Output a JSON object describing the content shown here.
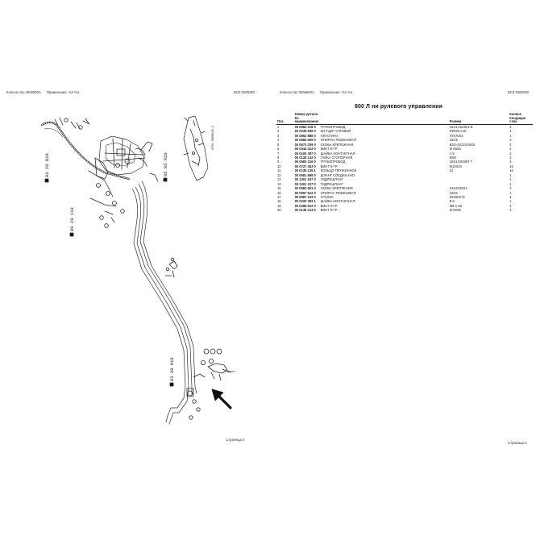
{
  "left_page": {
    "header_left": "Количество 0505800A",
    "header_mid": "Применение: %3 %4",
    "header_right": "BGZ-0505800",
    "page_number": "Страница 3",
    "ref_labels": [
      "03 20 010",
      "09 20 110",
      "05 05 820",
      "03 30 010"
    ],
    "side_code": "ОТ00 Л0ЕВ000.2",
    "callout_text": "вочгэ"
  },
  "right_page": {
    "header_left": "Количество 0505800A",
    "header_mid": "Применение: %3 %4",
    "header_right": "BGZ-0505800",
    "page_number": "Страница 4",
    "title": "800 Л  ни   рулевого управления",
    "columns": {
      "pos": "Поз.",
      "number": "Номер детали",
      "ver": "Ко",
      "name": "наименование",
      "size": "Размер",
      "qty": "Количе Кондицие ство"
    },
    "rows": [
      {
        "pos": "1",
        "num": "00 0583 318",
        "ver": "0",
        "name": "ТРУБОПРОВОД",
        "size": "15X1,5X2921-B",
        "qty": "1"
      },
      {
        "pos": "2",
        "num": "00 0249 836",
        "ver": "0",
        "name": "ШТУЦЕР УГЛОВОЙ",
        "size": "SWOE-L15",
        "qty": "1"
      },
      {
        "pos": "3",
        "num": "00 0863 888",
        "ver": "0",
        "name": "ПЛАСТИНА",
        "size": "70X70X3",
        "qty": "1"
      },
      {
        "pos": "4",
        "num": "00 0683 659",
        "ver": "0",
        "name": "ОПОРНА РЕЗИНОВАЯ",
        "size": "15/15",
        "qty": "2"
      },
      {
        "pos": "5",
        "num": "00 0673 209",
        "ver": "0",
        "name": "СКОБА КРЕПЕЖНАЯ",
        "size": "BSS-2X22X25X5",
        "qty": "2"
      },
      {
        "pos": "6",
        "num": "00 0344 323",
        "ver": "0",
        "name": "ВИНТ 6-ГР.",
        "size": "M 8X55",
        "qty": "2"
      },
      {
        "pos": "7",
        "num": "00 0100 387",
        "ver": "0",
        "name": "ШАЙБА КОНТАКТНАЯ",
        "size": "A 8",
        "qty": "2"
      },
      {
        "pos": "8",
        "num": "00 0128 132",
        "ver": "0",
        "name": "ГАЙКА СТОПОРНАЯ",
        "size": "M08",
        "qty": "2"
      },
      {
        "pos": "9",
        "num": "00 0583 316",
        "ver": "0",
        "name": "ТРУБОПРОВОД",
        "size": "15X1,5X2087-7",
        "qty": "1"
      },
      {
        "pos": "10",
        "num": "00 0727 453",
        "ver": "0",
        "name": "ВИНТ 6-ГР.",
        "size": "M10X20",
        "qty": "16"
      },
      {
        "pos": "11",
        "num": "00 0135 125",
        "ver": "1",
        "name": "КОЛЬЦО ПРУЖИННОЕ",
        "size": "10",
        "qty": "16"
      },
      {
        "pos": "12",
        "num": "00 0581 869",
        "ver": "0",
        "name": "ШЛАНГ СОЕДИН.НАП.",
        "size": "",
        "qty": "1"
      },
      {
        "pos": "13",
        "num": "00 1301 187",
        "ver": "0",
        "name": "ГИДРОШЛАНГ",
        "size": "",
        "qty": "1"
      },
      {
        "pos": "14",
        "num": "00 1301 227",
        "ver": "0",
        "name": "ГИДРОШЛАНГ",
        "size": "",
        "qty": "1"
      },
      {
        "pos": "15",
        "num": "00 0582 661",
        "ver": "0",
        "name": "СКОБА КРЕПЛЕНИЯ",
        "size": "2X24X25X3",
        "qty": "2"
      },
      {
        "pos": "16",
        "num": "00 0697 812",
        "ver": "0",
        "name": "ОПОРНА РЕЗИНОВАЯ",
        "size": "22/22",
        "qty": "1"
      },
      {
        "pos": "17",
        "num": "00 0887 103",
        "ver": "0",
        "name": "УГОЛОК",
        "size": "50X50X72",
        "qty": "1"
      },
      {
        "pos": "18",
        "num": "00 0220 393",
        "ver": "1",
        "name": "ШАЙБА КОНТАКТНАЯ",
        "size": "B 8",
        "qty": "1"
      },
      {
        "pos": "19",
        "num": "00 0285 522",
        "ver": "0",
        "name": "ВИНТ 6-ГР.",
        "size": "M8 X 65",
        "qty": "1"
      },
      {
        "pos": "20",
        "num": "00 0136 213",
        "ver": "0",
        "name": "ВИНТ 6-ГР.",
        "size": "M 8X35",
        "qty": "1"
      }
    ]
  }
}
